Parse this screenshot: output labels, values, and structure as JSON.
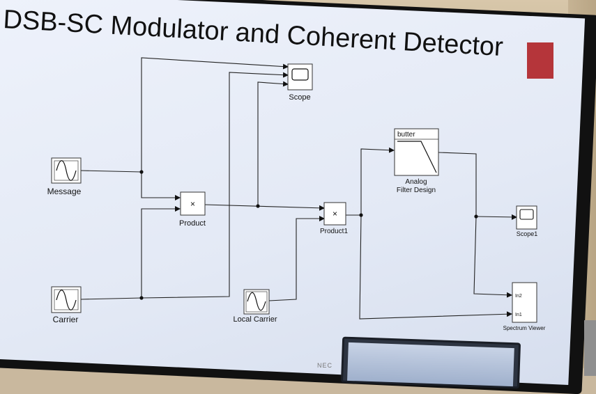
{
  "title": "DSB-SC Modulator and Coherent Detector",
  "colors": {
    "accent_square": "#b5353a"
  },
  "blocks": {
    "message": {
      "label": "Message",
      "icon": "sine-wave-icon"
    },
    "carrier": {
      "label": "Carrier",
      "icon": "sine-wave-icon"
    },
    "local_carrier": {
      "label": "Local Carrier",
      "icon": "sine-wave-icon"
    },
    "product": {
      "label": "Product",
      "symbol": "×"
    },
    "product1": {
      "label": "Product1",
      "symbol": "×"
    },
    "scope": {
      "label": "Scope",
      "icon": "scope-screen-icon"
    },
    "scope1": {
      "label": "Scope1",
      "icon": "scope-screen-icon"
    },
    "filter": {
      "label_line1": "Analog",
      "label_line2": "Filter Design",
      "type": "butter"
    },
    "spectrum": {
      "label": "Spectrum Viewer",
      "port1": "In2",
      "port2": "In1"
    }
  },
  "footer": {
    "brand": "NEC"
  }
}
